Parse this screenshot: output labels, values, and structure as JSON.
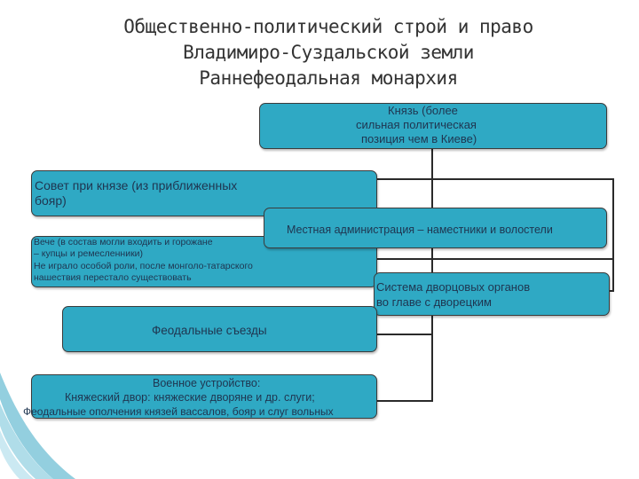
{
  "title": {
    "line1": "Общественно-политический строй и право",
    "line2": "Владимиро-Суздальской земли",
    "line3": "Раннефеодальная монархия"
  },
  "nodes": {
    "prince": {
      "line1": "Князь (более",
      "line2": "сильная политическая",
      "line3": "позиция чем в Киеве)"
    },
    "council": {
      "line1": "Совет при князе (из приближенных",
      "line2": "бояр)"
    },
    "local_admin": "Местная администрация – наместники и волостели",
    "veche": {
      "line1": "Вече (в состав могли входить и горожане",
      "line2": " – купцы и ремесленники)",
      "line3": "Не играло  особой роли, после монголо-татарского",
      "line4": " нашествия перестало существовать"
    },
    "palace": {
      "line1": "Система дворцовых органов",
      "line2": "во главе с дворецким"
    },
    "congresses": "Феодальные съезды",
    "military": {
      "line1": "Военное устройство:",
      "line2": "Княжеский двор: княжеские дворяне и др. слуги;",
      "line3": "Феодальные ополчения князей вассалов, бояр и слуг вольных"
    }
  },
  "colors": {
    "box_fill": "#2fa9c4",
    "box_text": "#1f3550",
    "title_text": "#333333",
    "decoration": "#3aa8c4"
  }
}
